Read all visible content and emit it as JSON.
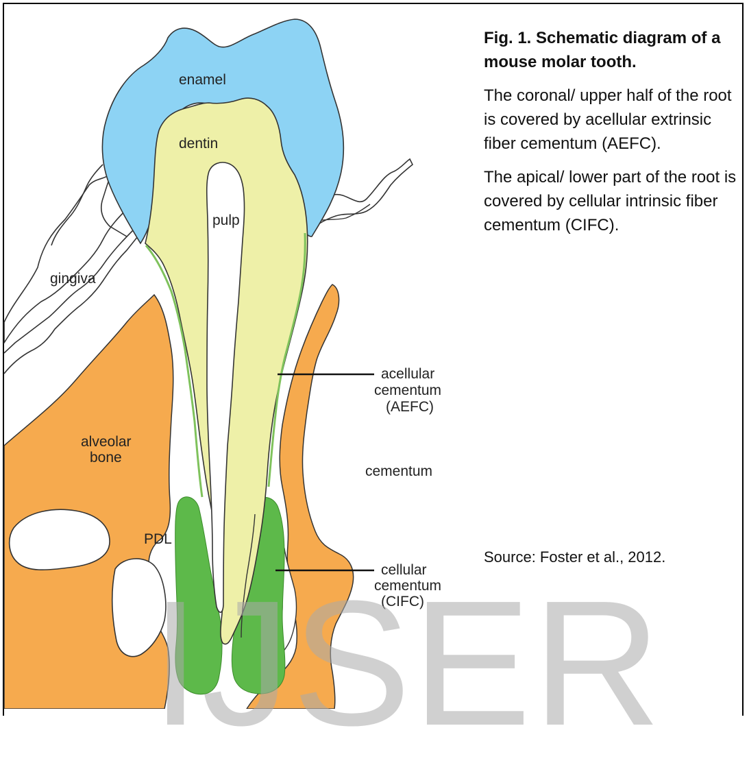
{
  "colors": {
    "enamel": "#8dd3f4",
    "dentin": "#eef0a8",
    "cementum_green": "#5db94a",
    "bone": "#f6aa4e",
    "watermark": "#aaaaaa"
  },
  "diagram": {
    "labels": {
      "enamel": "enamel",
      "dentin": "dentin",
      "pulp": "pulp",
      "gingiva": "gingiva",
      "alveolar_line1": "alveolar",
      "alveolar_line2": "bone",
      "cementum": "cementum",
      "pdl": "PDL",
      "acellular_line1": "acellular",
      "acellular_line2": "cementum",
      "acellular_line3": "(AEFC)",
      "cellular_line1": "cellular",
      "cellular_line2": "cementum",
      "cellular_line3": "(CIFC)"
    }
  },
  "caption": {
    "title": "Fig. 1. Schematic diagram of a mouse molar tooth.",
    "paragraph1": "The coronal/ upper half of the root is covered by acellular extrinsic fiber cementum (AEFC).",
    "paragraph2": "The apical/ lower part of the root is covered by cellular intrinsic fiber cementum (CIFC)."
  },
  "source": "Source: Foster et al., 2012.",
  "watermark": "IJSER"
}
